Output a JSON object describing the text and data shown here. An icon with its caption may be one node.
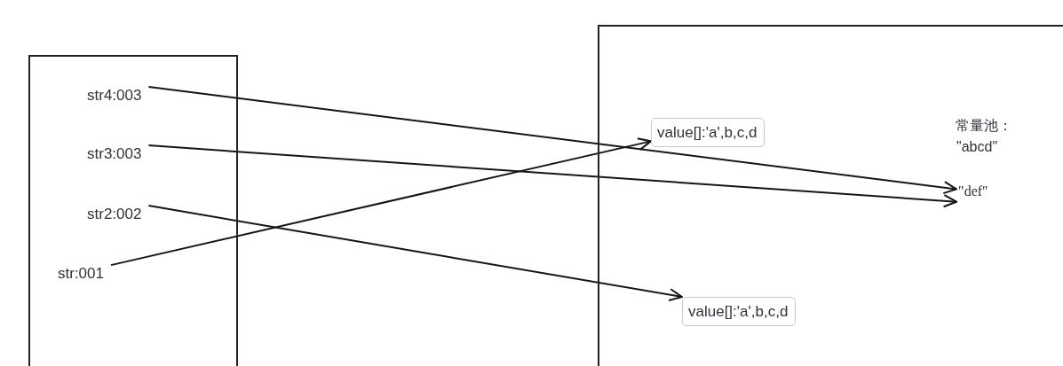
{
  "diagram": {
    "nodes": [
      {
        "text": [],
        "shape": "box"
      },
      {
        "text": [
          "str4:003"
        ],
        "in": 0
      },
      {
        "text": [
          "str3:003"
        ],
        "in": 0
      },
      {
        "text": [
          "str2:002"
        ],
        "in": 0
      },
      {
        "text": [
          "str:001"
        ],
        "in": 0
      },
      {
        "text": [],
        "shape": "box"
      },
      {
        "text": [
          "value[]:'a',b,c,d"
        ],
        "in": 5
      },
      {
        "text": [
          "″def″"
        ],
        "in": 5
      },
      {
        "text": [
          "value[]:'a',b,c,d"
        ],
        "in": 5
      }
    ],
    "edges": [
      {
        "from": 1,
        "to": 7,
        "arrow": "to"
      },
      {
        "from": 2,
        "to": 7,
        "arrow": "to"
      },
      {
        "from": 3,
        "to": 8,
        "arrow": "to"
      },
      {
        "from": 4,
        "to": 6,
        "arrow": "to"
      }
    ],
    "labels": [
      "常量池：",
      "\"abcd\""
    ]
  }
}
